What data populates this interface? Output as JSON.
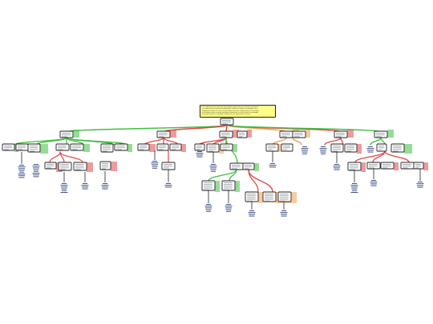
{
  "note": {
    "lines": [
      "Los supuestos de la teoría del aprendizaje significativo y la función del profesor",
      "en el proceso de enseñanza-aprendizaje, según los autores consultados en la",
      "bibliografía básica del curso de psicología educativa; organización de conceptos",
      "y relaciones entre las ideas principales expuestas en cada una de las unidades",
      "revisadas durante el semestre académico y su aplicación en el aula."
    ]
  },
  "colors": {
    "green": "#3fbf3f",
    "red": "#e04848",
    "orange": "#f0a050",
    "dark": "#222222",
    "note_fill": "#ffff88",
    "label": "#2a3f7a"
  }
}
